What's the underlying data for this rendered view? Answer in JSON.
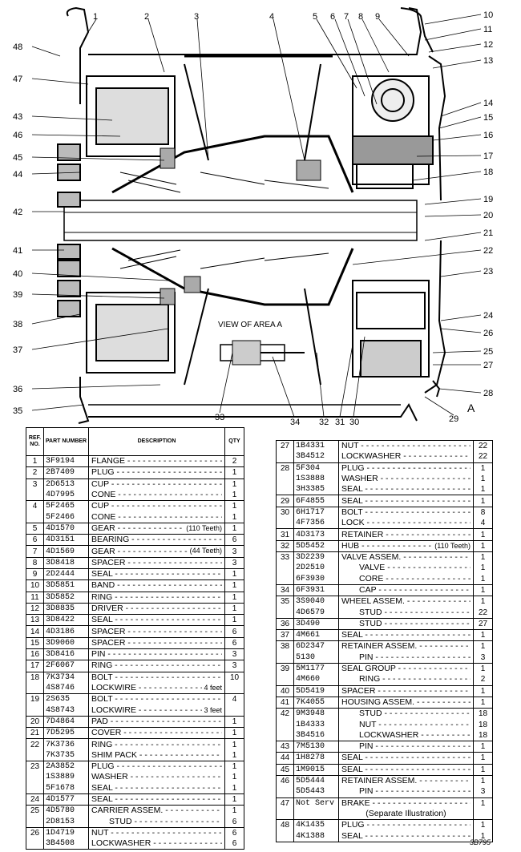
{
  "diagram": {
    "view_title": "VIEW OF AREA A",
    "area_marker": "A",
    "callouts_left": [
      "48",
      "47",
      "43",
      "46",
      "45",
      "44",
      "42",
      "41",
      "40",
      "39",
      "38",
      "37",
      "36",
      "35"
    ],
    "callouts_right": [
      "10",
      "11",
      "12",
      "13",
      "14",
      "15",
      "16",
      "17",
      "18",
      "19",
      "20",
      "21",
      "22",
      "23",
      "24",
      "26",
      "25",
      "27",
      "28"
    ],
    "callouts_top": [
      "1",
      "2",
      "3",
      "4",
      "5",
      "6",
      "7",
      "8",
      "9"
    ],
    "callouts_bottom": [
      "33",
      "34",
      "32",
      "31",
      "30",
      "29"
    ]
  },
  "table_headers": {
    "ref": "REF. NO.",
    "part": "PART NUMBER",
    "desc": "DESCRIPTION",
    "qty": "QTY"
  },
  "left_table": [
    {
      "ref": "1",
      "part": "3F9194",
      "desc": "FLANGE",
      "qty": "2"
    },
    {
      "ref": "2",
      "part": "2B7409",
      "desc": "PLUG",
      "qty": "1"
    },
    {
      "ref": "3",
      "part": "2D6513",
      "desc": "CUP",
      "qty": "1"
    },
    {
      "ref": "",
      "part": "4D7995",
      "desc": "CONE",
      "qty": "1"
    },
    {
      "ref": "4",
      "part": "5F2465",
      "desc": "CUP",
      "qty": "1"
    },
    {
      "ref": "",
      "part": "5F2466",
      "desc": "CONE",
      "qty": "1"
    },
    {
      "ref": "5",
      "part": "4D1570",
      "desc": "GEAR",
      "note": "(110 Teeth)",
      "qty": "1"
    },
    {
      "ref": "6",
      "part": "4D3151",
      "desc": "BEARING",
      "qty": "6"
    },
    {
      "ref": "7",
      "part": "4D1569",
      "desc": "GEAR",
      "note": "(44 Teeth)",
      "qty": "3"
    },
    {
      "ref": "8",
      "part": "3D8418",
      "desc": "SPACER",
      "qty": "3"
    },
    {
      "ref": "9",
      "part": "2D2444",
      "desc": "SEAL",
      "qty": "1"
    },
    {
      "ref": "10",
      "part": "3D5851",
      "desc": "BAND",
      "qty": "1"
    },
    {
      "ref": "11",
      "part": "3D5852",
      "desc": "RING",
      "qty": "1"
    },
    {
      "ref": "12",
      "part": "3D8835",
      "desc": "DRIVER",
      "qty": "1"
    },
    {
      "ref": "13",
      "part": "3D8422",
      "desc": "SEAL",
      "qty": "1"
    },
    {
      "ref": "14",
      "part": "4D3186",
      "desc": "SPACER",
      "qty": "6"
    },
    {
      "ref": "15",
      "part": "3D9060",
      "desc": "SPACER",
      "qty": "6"
    },
    {
      "ref": "16",
      "part": "3D8416",
      "desc": "PIN",
      "qty": "3"
    },
    {
      "ref": "17",
      "part": "2F6067",
      "desc": "RING",
      "qty": "3"
    },
    {
      "ref": "18",
      "part": "7K3734",
      "desc": "BOLT",
      "qty": "10"
    },
    {
      "ref": "",
      "part": "4S8746",
      "desc": "LOCKWIRE",
      "note": "4 feet",
      "qty": ""
    },
    {
      "ref": "19",
      "part": "2S635",
      "desc": "BOLT",
      "qty": "4"
    },
    {
      "ref": "",
      "part": "4S8743",
      "desc": "LOCKWIRE",
      "note": "3 feet",
      "qty": ""
    },
    {
      "ref": "20",
      "part": "7D4864",
      "desc": "PAD",
      "qty": "1"
    },
    {
      "ref": "21",
      "part": "7D5295",
      "desc": "COVER",
      "qty": "1"
    },
    {
      "ref": "22",
      "part": "7K3736",
      "desc": "RING",
      "qty": "1"
    },
    {
      "ref": "",
      "part": "7K3735",
      "desc": "SHIM PACK",
      "qty": "1"
    },
    {
      "ref": "23",
      "part": "2A3852",
      "desc": "PLUG",
      "qty": "1"
    },
    {
      "ref": "",
      "part": "1S3889",
      "desc": "WASHER",
      "qty": "1"
    },
    {
      "ref": "",
      "part": "5F1678",
      "desc": "SEAL",
      "qty": "1"
    },
    {
      "ref": "24",
      "part": "4D1577",
      "desc": "SEAL",
      "qty": "1"
    },
    {
      "ref": "25",
      "part": "4D5780",
      "desc": "CARRIER ASSEM.",
      "qty": "1"
    },
    {
      "ref": "",
      "part": "2D8153",
      "desc": "STUD",
      "qty": "6",
      "indent": true
    },
    {
      "ref": "26",
      "part": "1D4719",
      "desc": "NUT",
      "qty": "6"
    },
    {
      "ref": "",
      "part": "3B4508",
      "desc": "LOCKWASHER",
      "qty": "6"
    }
  ],
  "right_table": [
    {
      "ref": "27",
      "part": "1B4331",
      "desc": "NUT",
      "qty": "22"
    },
    {
      "ref": "",
      "part": "3B4512",
      "desc": "LOCKWASHER",
      "qty": "22"
    },
    {
      "ref": "28",
      "part": "5F304",
      "desc": "PLUG",
      "qty": "1"
    },
    {
      "ref": "",
      "part": "1S3888",
      "desc": "WASHER",
      "qty": "1"
    },
    {
      "ref": "",
      "part": "3H3385",
      "desc": "SEAL",
      "qty": "1"
    },
    {
      "ref": "29",
      "part": "6F4855",
      "desc": "SEAL",
      "qty": "1"
    },
    {
      "ref": "30",
      "part": "6H1717",
      "desc": "BOLT",
      "qty": "8"
    },
    {
      "ref": "",
      "part": "4F7356",
      "desc": "LOCK",
      "qty": "4"
    },
    {
      "ref": "31",
      "part": "4D3173",
      "desc": "RETAINER",
      "qty": "1"
    },
    {
      "ref": "32",
      "part": "5D5452",
      "desc": "HUB",
      "note": "(110 Teeth)",
      "qty": "1"
    },
    {
      "ref": "33",
      "part": "3D2239",
      "desc": "VALVE ASSEM.",
      "qty": "1"
    },
    {
      "ref": "",
      "part": "2D2510",
      "desc": "VALVE",
      "qty": "1",
      "indent": true
    },
    {
      "ref": "",
      "part": "6F3930",
      "desc": "CORE",
      "qty": "1",
      "indent": true
    },
    {
      "ref": "34",
      "part": "6F3931",
      "desc": "CAP",
      "qty": "1",
      "indent": true
    },
    {
      "ref": "35",
      "part": "3S9040",
      "desc": "WHEEL ASSEM.",
      "qty": "1"
    },
    {
      "ref": "",
      "part": "4D6579",
      "desc": "STUD",
      "qty": "22",
      "indent": true
    },
    {
      "ref": "36",
      "part": "3D490",
      "desc": "STUD",
      "qty": "27",
      "indent": true
    },
    {
      "ref": "37",
      "part": "4M661",
      "desc": "SEAL",
      "qty": "1"
    },
    {
      "ref": "38",
      "part": "6D2347",
      "desc": "RETAINER ASSEM.",
      "qty": "1"
    },
    {
      "ref": "",
      "part": "5130",
      "desc": "PIN",
      "qty": "3",
      "indent": true
    },
    {
      "ref": "39",
      "part": "5M1177",
      "desc": "SEAL GROUP",
      "qty": "1"
    },
    {
      "ref": "",
      "part": "4M660",
      "desc": "RING",
      "qty": "2",
      "indent": true
    },
    {
      "ref": "40",
      "part": "5D5419",
      "desc": "SPACER",
      "qty": "1"
    },
    {
      "ref": "41",
      "part": "7K4055",
      "desc": "HOUSING ASSEM.",
      "qty": "1"
    },
    {
      "ref": "42",
      "part": "9M3948",
      "desc": "STUD",
      "qty": "18",
      "indent": true
    },
    {
      "ref": "",
      "part": "1B4333",
      "desc": "NUT",
      "qty": "18",
      "indent": true
    },
    {
      "ref": "",
      "part": "3B4516",
      "desc": "LOCKWASHER",
      "qty": "18",
      "indent": true
    },
    {
      "ref": "43",
      "part": "7M5130",
      "desc": "PIN",
      "qty": "1",
      "indent": true
    },
    {
      "ref": "44",
      "part": "1H8278",
      "desc": "SEAL",
      "qty": "1"
    },
    {
      "ref": "45",
      "part": "1M9015",
      "desc": "SEAL",
      "qty": "1"
    },
    {
      "ref": "46",
      "part": "5D5444",
      "desc": "RETAINER ASSEM.",
      "qty": "1"
    },
    {
      "ref": "",
      "part": "5D5443",
      "desc": "PIN",
      "qty": "3",
      "indent": true
    },
    {
      "ref": "47",
      "part": "Not Serv",
      "desc": "BRAKE",
      "qty": "1"
    },
    {
      "ref": "",
      "part": "",
      "desc": "(Separate Illustration)",
      "qty": "",
      "center": true
    },
    {
      "ref": "48",
      "part": "4K1435",
      "desc": "PLUG",
      "qty": "1"
    },
    {
      "ref": "",
      "part": "4K1388",
      "desc": "SEAL",
      "qty": "1"
    }
  ],
  "footer": "3B795"
}
